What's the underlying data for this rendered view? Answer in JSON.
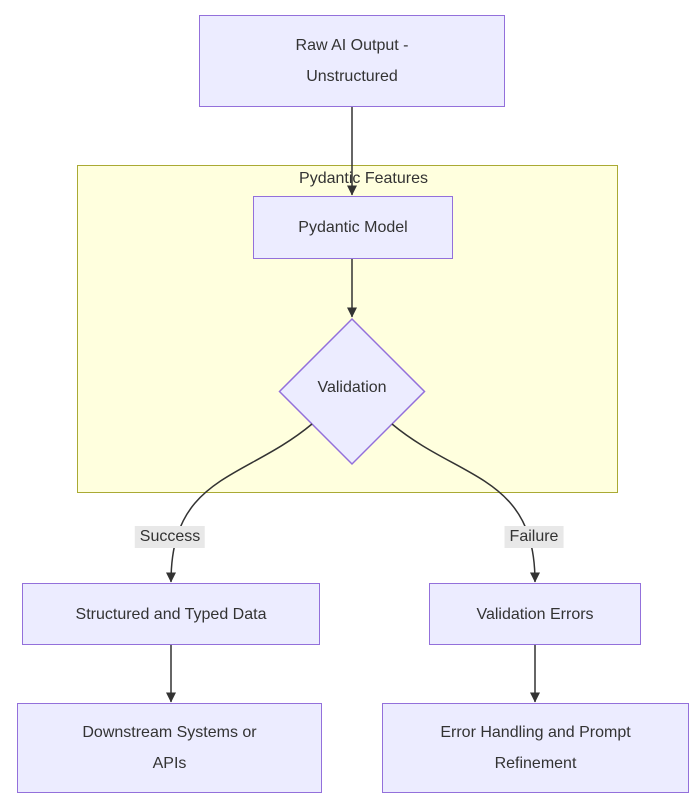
{
  "subgraph": {
    "title": "Pydantic Features"
  },
  "nodes": {
    "raw_output": {
      "label": "Raw AI Output -\nUnstructured"
    },
    "pydantic_model": {
      "label": "Pydantic Model"
    },
    "validation": {
      "label": "Validation"
    },
    "structured_data": {
      "label": "Structured and Typed Data"
    },
    "validation_errors": {
      "label": "Validation Errors"
    },
    "downstream_systems": {
      "label": "Downstream Systems or\nAPIs"
    },
    "error_handling": {
      "label": "Error Handling and Prompt\nRefinement"
    }
  },
  "edge_labels": {
    "success": "Success",
    "failure": "Failure"
  },
  "colors": {
    "node_fill": "#ECECFF",
    "node_border": "#9370DB",
    "subgraph_fill": "#FFFFDE",
    "subgraph_border": "#AAAA33",
    "edge_stroke": "#333333",
    "edge_label_bg": "#E8E8E8",
    "text": "#333333",
    "background": "#FFFFFF"
  }
}
